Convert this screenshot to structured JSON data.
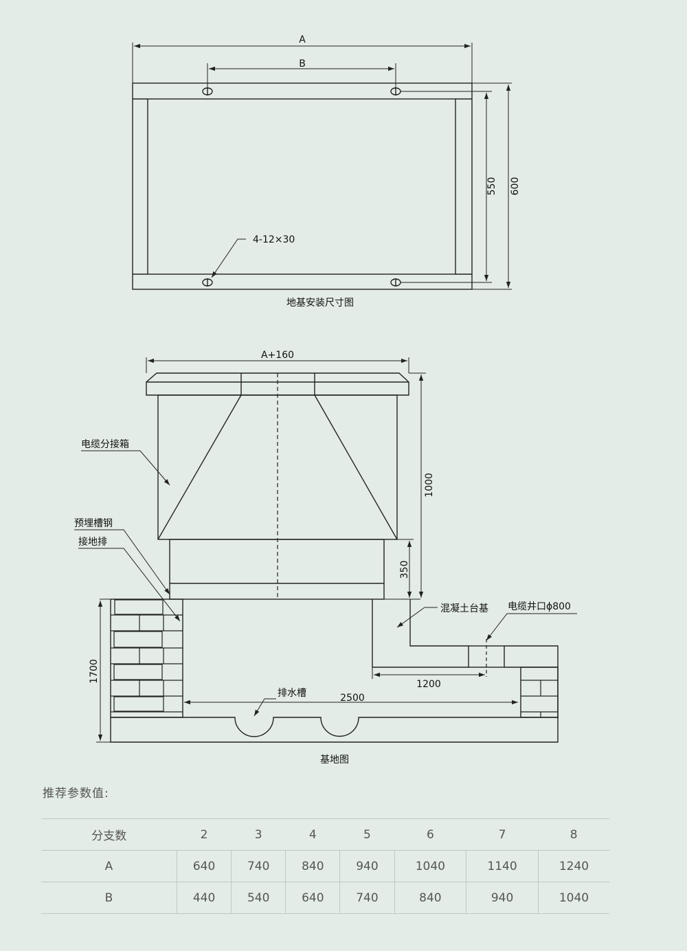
{
  "top_drawing": {
    "dim_a": "A",
    "dim_b": "B",
    "dim_550": "550",
    "dim_600": "600",
    "hole_spec": "4-12×30",
    "caption": "地基安装尺寸图"
  },
  "bottom_drawing": {
    "dim_width": "A+160",
    "dim_1000": "1000",
    "dim_350": "350",
    "dim_1700": "1700",
    "dim_1200": "1200",
    "dim_2500": "2500",
    "label_box": "电缆分接箱",
    "label_channel": "预埋槽钢",
    "label_ground": "接地排",
    "label_concrete": "混凝土台基",
    "label_well": "电缆井口ϕ800",
    "label_drain": "排水槽",
    "caption": "基地图"
  },
  "params": {
    "title": "推荐参数值:",
    "header": {
      "label": "分支数",
      "values": [
        "2",
        "3",
        "4",
        "5",
        "6",
        "7",
        "8"
      ]
    },
    "rows": [
      {
        "label": "A",
        "values": [
          "640",
          "740",
          "840",
          "940",
          "1040",
          "1140",
          "1240"
        ]
      },
      {
        "label": "B",
        "values": [
          "440",
          "540",
          "640",
          "740",
          "840",
          "940",
          "1040"
        ]
      }
    ]
  }
}
